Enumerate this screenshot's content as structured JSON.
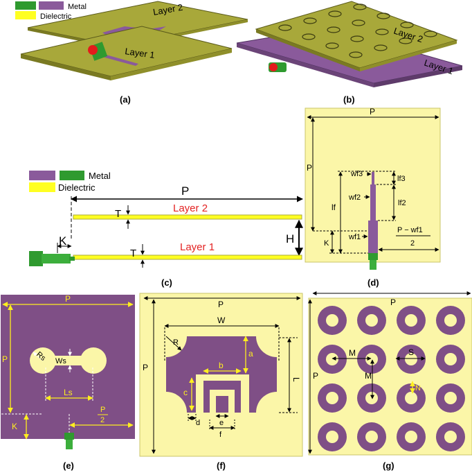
{
  "colors": {
    "metal_green": "#2f9a2f",
    "metal_purple": "#8a5a9b",
    "dielectric": "#ffff22",
    "substrate_3d": "#a8a83a",
    "panel_bg": "#fbf6a8",
    "patch_purple": "#7f4f86",
    "dim_yellow": "#ffef1f",
    "layer_label_red": "#e32222"
  },
  "legend_top": {
    "metal": "Metal",
    "dielectric": "Dielectric"
  },
  "legend_c": {
    "metal": "Metal",
    "dielectric": "Dielectric"
  },
  "panel_a": {
    "layer2": "Layer 2",
    "layer1": "Layer 1",
    "caption": "(a)"
  },
  "panel_b": {
    "layer2": "Layer 2",
    "layer1": "Layer 1",
    "caption": "(b)"
  },
  "panel_c": {
    "P": "P",
    "T_top": "T",
    "T_bottom": "T",
    "H": "H",
    "K": "K",
    "layer2": "Layer 2",
    "layer1": "Layer 1",
    "caption": "(c)"
  },
  "panel_d": {
    "P_top": "P",
    "P_left": "P",
    "wf3": "wf3",
    "wf2": "wf2",
    "wf1": "wf1",
    "lf3": "lf3",
    "lf2": "lf2",
    "lf": "lf",
    "K": "K",
    "frac_num": "P − wf1",
    "frac_den": "2",
    "caption": "(d)"
  },
  "panel_e": {
    "P_top": "P",
    "P_left": "P",
    "Rs": "Rs",
    "Ws": "Ws",
    "Ls": "Ls",
    "K": "K",
    "frac_num": "P",
    "frac_den": "2",
    "caption": "(e)"
  },
  "panel_f": {
    "P_top": "P",
    "P_left": "P",
    "W": "W",
    "R": "R",
    "a": "a",
    "b": "b",
    "c": "c",
    "d": "d",
    "e": "e",
    "f": "f",
    "L": "L",
    "caption": "(f)"
  },
  "panel_g": {
    "P_top": "P",
    "P_left": "P",
    "M_h": "M",
    "M_v": "M",
    "S": "S",
    "N": "N",
    "caption": "(g)"
  }
}
